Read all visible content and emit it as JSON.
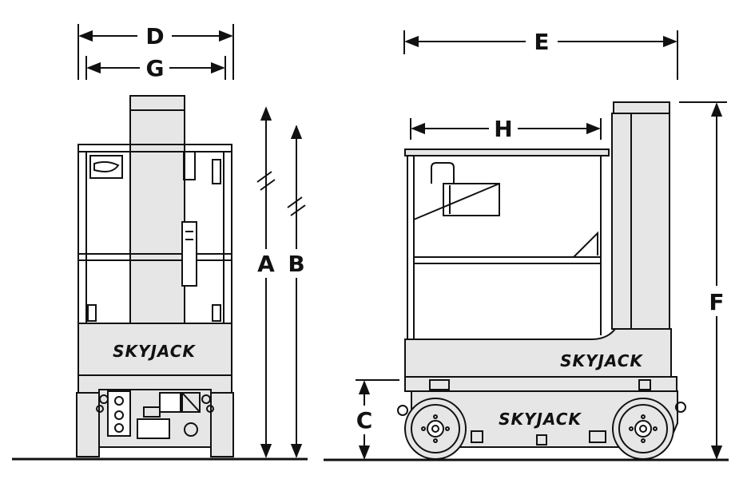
{
  "colors": {
    "line": "#111111",
    "fill": "#e6e6e6",
    "fill_dark": "#cfcfcf",
    "background": "#ffffff"
  },
  "brand": {
    "logo_text": "SKYJACK"
  },
  "dimensions": {
    "a": "A",
    "b": "B",
    "c": "C",
    "d": "D",
    "e": "E",
    "f": "F",
    "g": "G",
    "h": "H"
  },
  "views": [
    {
      "id": "front-view"
    },
    {
      "id": "side-view"
    }
  ]
}
